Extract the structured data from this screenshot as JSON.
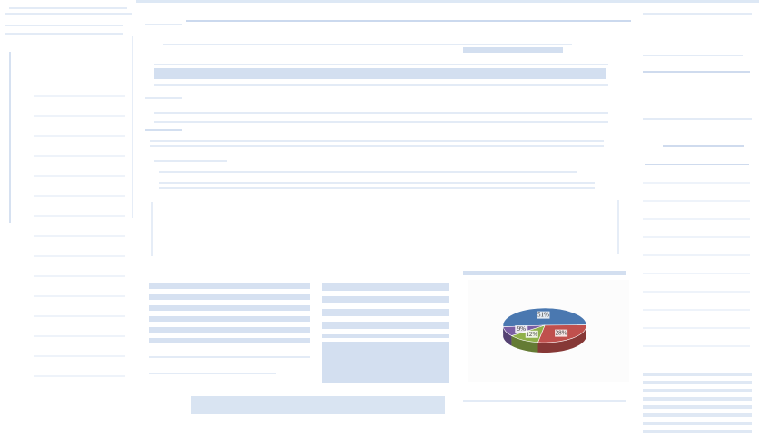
{
  "chart_data": {
    "type": "pie",
    "style": "3d",
    "values": [
      51,
      28,
      12,
      9
    ],
    "data_labels": [
      "51%",
      "28%",
      "12%",
      "9%"
    ],
    "colors": [
      "#4a78b0",
      "#c0504d",
      "#8fb04a",
      "#7a5ea3"
    ],
    "legend": "none"
  },
  "theme": {
    "accent": "#d3dff0",
    "line": "#e3ebf6"
  }
}
